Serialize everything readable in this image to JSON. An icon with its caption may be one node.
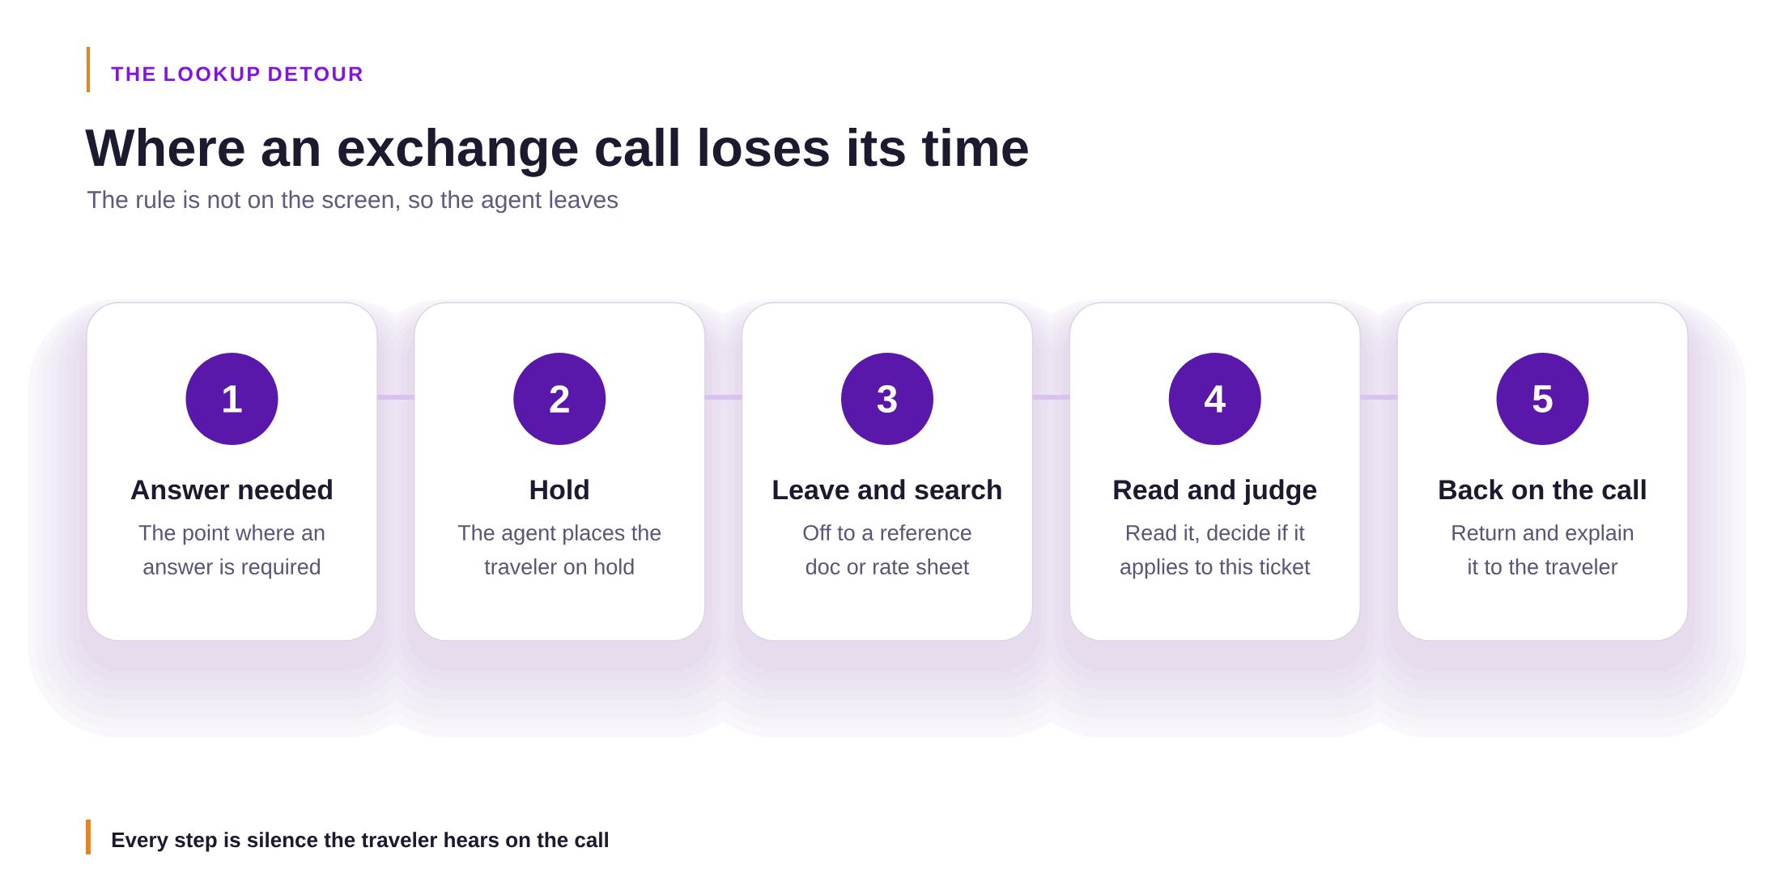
{
  "diagram": {
    "title": "Where an exchange call loses its time",
    "caption": "Every step is silence the traveler hears on the call",
    "labels": [
      "THE LOOKUP DETOUR",
      "The rule is not on the screen, so the agent leaves"
    ],
    "nodes": [
      {
        "text": [
          "Answer needed",
          "The point where an answer is required"
        ]
      },
      {
        "text": [
          "1"
        ],
        "in": 0
      },
      {
        "text": [
          "Hold",
          "The agent places the traveler on hold"
        ]
      },
      {
        "text": [
          "2"
        ],
        "in": 2
      },
      {
        "text": [
          "Leave and search",
          "Off to a reference doc or rate sheet"
        ]
      },
      {
        "text": [
          "3"
        ],
        "in": 4
      },
      {
        "text": [
          "Read and judge",
          "Read it, decide if it applies to this ticket"
        ]
      },
      {
        "text": [
          "4"
        ],
        "in": 6
      },
      {
        "text": [
          "Back on the call",
          "Return and explain it to the traveler"
        ]
      },
      {
        "text": [
          "5"
        ],
        "in": 8
      }
    ],
    "edges": [
      {
        "from": 0,
        "to": 2,
        "arrow": "none"
      },
      {
        "from": 2,
        "to": 4,
        "arrow": "none"
      },
      {
        "from": 4,
        "to": 6,
        "arrow": "none"
      },
      {
        "from": 6,
        "to": 8,
        "arrow": "none"
      }
    ]
  }
}
